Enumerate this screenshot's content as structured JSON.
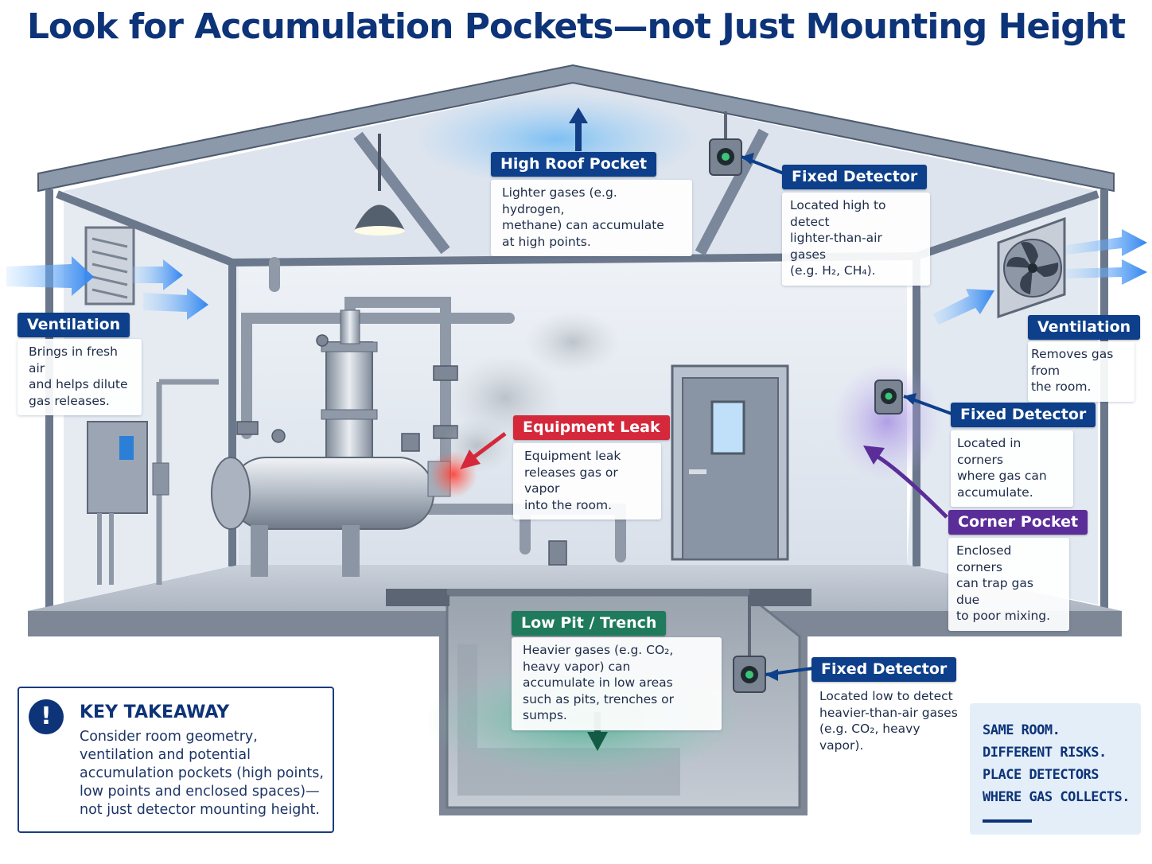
{
  "title": "Look for Accumulation Pockets—not Just Mounting Height",
  "callouts": {
    "high_roof": {
      "label": "High Roof Pocket",
      "lines": [
        "Lighter gases (e.g. hydrogen,",
        "methane) can accumulate",
        "at high points."
      ]
    },
    "fixed_high": {
      "label": "Fixed Detector",
      "lines": [
        "Located high to detect",
        "lighter-than-air gases",
        "(e.g. H₂, CH₄)."
      ]
    },
    "vent_in": {
      "label": "Ventilation",
      "lines": [
        "Brings in fresh air",
        "and helps dilute",
        "gas releases."
      ]
    },
    "vent_out": {
      "label": "Ventilation",
      "lines": [
        "Removes gas from",
        "the room."
      ]
    },
    "leak": {
      "label": "Equipment Leak",
      "lines": [
        "Equipment leak",
        "releases gas or vapor",
        "into the room."
      ]
    },
    "fixed_corner": {
      "label": "Fixed Detector",
      "lines": [
        "Located in corners",
        "where gas can",
        "accumulate."
      ]
    },
    "corner_pocket": {
      "label": "Corner Pocket",
      "lines": [
        "Enclosed corners",
        "can trap gas due",
        "to poor mixing."
      ]
    },
    "low_pit": {
      "label": "Low Pit / Trench",
      "lines": [
        "Heavier gases (e.g. CO₂,",
        "heavy vapor) can",
        "accumulate in low areas",
        "such as pits, trenches or sumps."
      ]
    },
    "fixed_low": {
      "label": "Fixed Detector",
      "lines": [
        "Located low to detect",
        "heavier-than-air gases",
        "(e.g. CO₂, heavy vapor)."
      ]
    }
  },
  "takeaway": {
    "title": "KEY TAKEAWAY",
    "text": "Consider room geometry, ventilation and potential accumulation pockets (high points, low points and enclosed spaces)—not just detector mounting height."
  },
  "summary": {
    "lines": [
      "SAME ROOM.",
      "DIFFERENT RISKS.",
      "PLACE DETECTORS",
      "WHERE GAS COLLECTS."
    ]
  },
  "colors": {
    "navy": "#0d3378",
    "tag_blue": "#0d3f8a",
    "leak_red": "#d5283b",
    "pit_green": "#1f7b5c",
    "corner_purple": "#5a2d99",
    "vent_arrow": "#3d8ef0"
  }
}
